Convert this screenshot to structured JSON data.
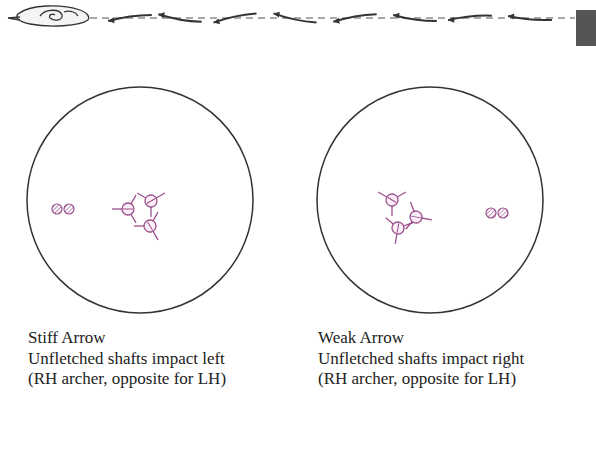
{
  "diagram": {
    "labels": [
      "Stiff Arrow",
      "Unfletched shafts impact left",
      "(RH archer, opposite for LH)",
      "Weak Arrow",
      "Unfletched shafts impact right",
      "(RH archer, opposite for LH)"
    ]
  }
}
